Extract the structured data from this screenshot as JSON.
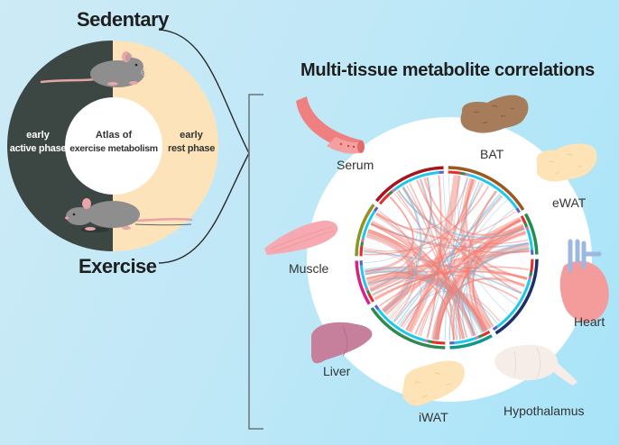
{
  "left_panel": {
    "top_label": "Sedentary",
    "bottom_label": "Exercise",
    "center_text_line1": "Atlas of",
    "center_text_line2": "exercise metabolism",
    "left_phase_line1": "early",
    "left_phase_line2": "active phase",
    "right_phase_line1": "early",
    "right_phase_line2": "rest phase",
    "colors": {
      "active_phase": "#3c4744",
      "rest_phase": "#fde3b9",
      "center": "#ffffff"
    }
  },
  "right_panel": {
    "title": "Multi-tissue metabolite correlations",
    "tissues": [
      {
        "name": "BAT",
        "color": "#9a5a1e"
      },
      {
        "name": "eWAT",
        "color": "#1f8f4e"
      },
      {
        "name": "Heart",
        "color": "#1e2f6b"
      },
      {
        "name": "Hypothalamus",
        "color": "#10978a"
      },
      {
        "name": "iWAT",
        "color": "#2e8b4f"
      },
      {
        "name": "Liver",
        "color": "#dc1f86"
      },
      {
        "name": "Muscle",
        "color": "#8e9423"
      },
      {
        "name": "Serum",
        "color": "#a8141e"
      }
    ],
    "inner_ring_color": "#1ec8ec",
    "chord_colors": {
      "positive": "#f57a6e",
      "negative": "#7ab8dc"
    }
  }
}
